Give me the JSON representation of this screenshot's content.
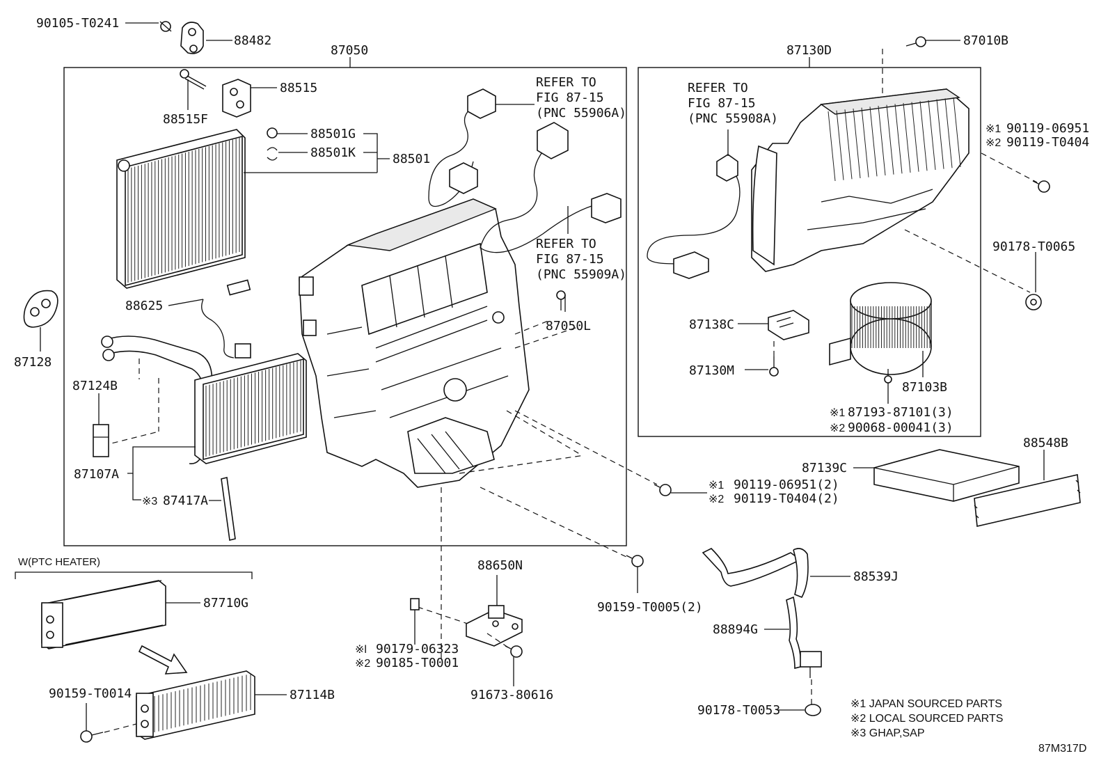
{
  "diagram_code": "87M317D",
  "group_labels": {
    "unit_box": "87050",
    "blower_box": "87130D",
    "ptc_title": "W(PTC HEATER)"
  },
  "refs": {
    "ref1": [
      "REFER TO",
      "FIG 87-15",
      "(PNC 55906A)"
    ],
    "ref2": [
      "REFER TO",
      "FIG 87-15",
      "(PNC 55909A)"
    ],
    "ref3": [
      "REFER TO",
      "FIG 87-15",
      "(PNC 55908A)"
    ]
  },
  "parts": {
    "p90105": "90105-T0241",
    "p88482": "88482",
    "p88515": "88515",
    "p88515F": "88515F",
    "p88501G": "88501G",
    "p88501K": "88501K",
    "p88501": "88501",
    "p88625": "88625",
    "p87128": "87128",
    "p87124B": "87124B",
    "p87107A": "87107A",
    "p87417A": "87417A",
    "p87050L": "87050L",
    "p87010B": "87010B",
    "p90119a": "90119-06951",
    "p90119b": "90119-T0404",
    "p90178_65": "90178-T0065",
    "p87138C": "87138C",
    "p87130M": "87130M",
    "p87103B": "87103B",
    "p87193": "87193-87101(3)",
    "p90068": "90068-00041(3)",
    "p88548B": "88548B",
    "p87139C": "87139C",
    "p90119a2": "90119-06951(2)",
    "p90119b2": "90119-T0404(2)",
    "p90159_05": "90159-T0005(2)",
    "p88650N": "88650N",
    "p90179": "90179-06323",
    "p90185": "90185-T0001",
    "p91673": "91673-80616",
    "p87710G": "87710G",
    "p90159_14": "90159-T0014",
    "p87114B": "87114B",
    "p88539J": "88539J",
    "p88894G": "88894G",
    "p90178_53": "90178-T0053"
  },
  "marks": {
    "m1": "※1",
    "m2": "※2",
    "m3": "※3",
    "m1_narrow": "※1",
    "m2_narrow": "※2",
    "m1_alt": "※l"
  },
  "legend": [
    "※1 JAPAN SOURCED PARTS",
    "※2 LOCAL SOURCED PARTS",
    "※3 GHAP,SAP"
  ]
}
